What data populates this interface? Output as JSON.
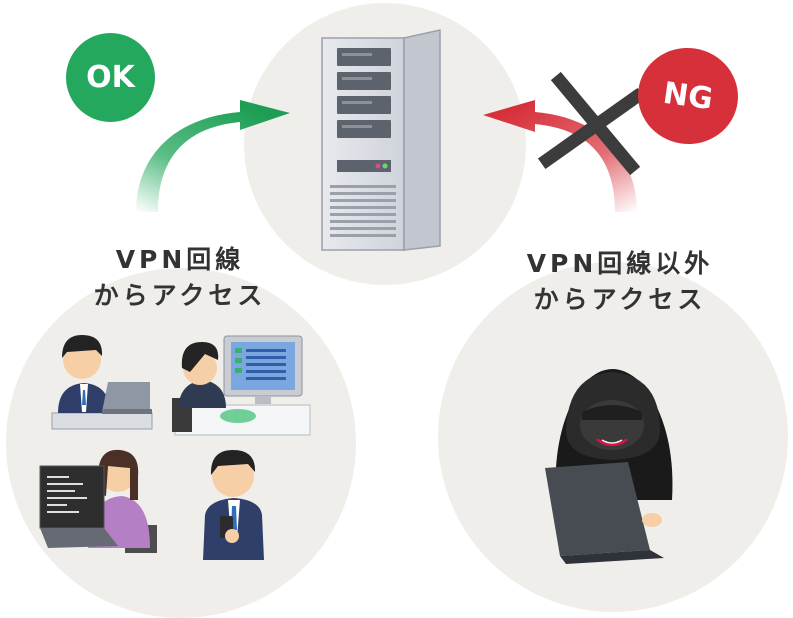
{
  "ok_label": "VPN回線\nからアクセス",
  "ng_label": "VPN回線以外\nからアクセス",
  "ok_badge": "OK",
  "ng_badge": "NG",
  "colors": {
    "circle": "#efeeeb",
    "ok": "#23a85d",
    "ng": "#d6303a",
    "text": "#333333",
    "cross": "#3c3c3c"
  },
  "icons": {
    "server": "server-tower-icon",
    "ok_users": [
      "man-laptop-icon",
      "worker-desktop-icon",
      "woman-laptop-icon",
      "man-smartphone-icon"
    ],
    "ng_user": "hooded-hacker-icon"
  }
}
